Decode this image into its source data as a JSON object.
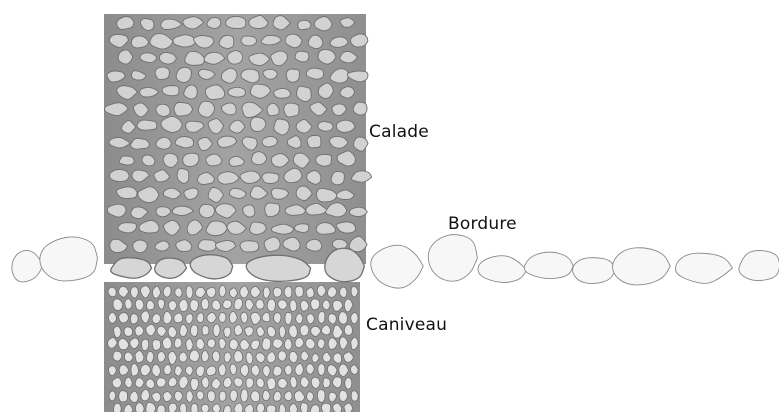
{
  "labels": {
    "calade": "Calade",
    "bordure": "Bordure",
    "caniveau": "Caniveau"
  },
  "colors": {
    "stone_fill": "#d2d2d2",
    "stone_stroke": "#6f6f6f",
    "background_shade": "#9a9a9a",
    "border_stroke": "#8a8a8a"
  }
}
